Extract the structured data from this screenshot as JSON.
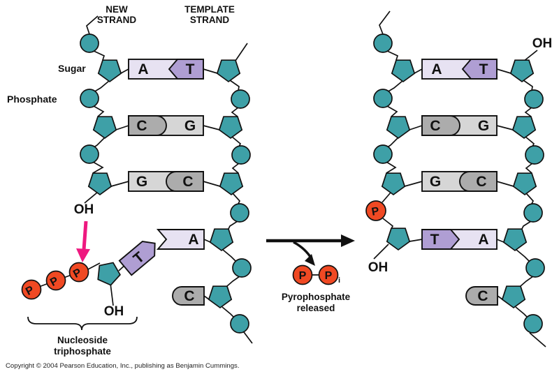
{
  "colors": {
    "teal": "#3EA0A7",
    "lavender": "#E7E2F2",
    "purple": "#AF9ED3",
    "gray_light": "#D6D6D6",
    "gray_dark": "#ACACAC",
    "red": "#F04923",
    "pink": "#EE1980",
    "line": "#111111",
    "text": "#111111"
  },
  "labels": {
    "new_strand_line1": "NEW",
    "new_strand_line2": "STRAND",
    "template_strand_line1": "TEMPLATE",
    "template_strand_line2": "STRAND",
    "sugar": "Sugar",
    "phosphate": "Phosphate",
    "oh": "OH",
    "nucleoside_line1": "Nucleoside",
    "nucleoside_line2": "triphosphate",
    "pyro_line1": "Pyrophosphate",
    "pyro_line2": "released",
    "copyright": "Copyright © 2004 Pearson Education, Inc., publishing as Benjamin Cummings."
  },
  "left": {
    "pairs": [
      {
        "left": "A",
        "right": "T"
      },
      {
        "left": "C",
        "right": "G"
      },
      {
        "left": "G",
        "right": "C"
      }
    ],
    "template_base": "A",
    "incoming_base": "T",
    "unpaired_base": "C",
    "phosphate_letters": [
      "P",
      "P",
      "P"
    ]
  },
  "right": {
    "pairs": [
      {
        "left": "A",
        "right": "T"
      },
      {
        "left": "C",
        "right": "G"
      },
      {
        "left": "G",
        "right": "C"
      },
      {
        "left": "T",
        "right": "A"
      }
    ],
    "new_phosphate": "P",
    "unpaired_base": "C"
  },
  "released": {
    "p1": "P",
    "p2": "P",
    "sub": "i"
  }
}
